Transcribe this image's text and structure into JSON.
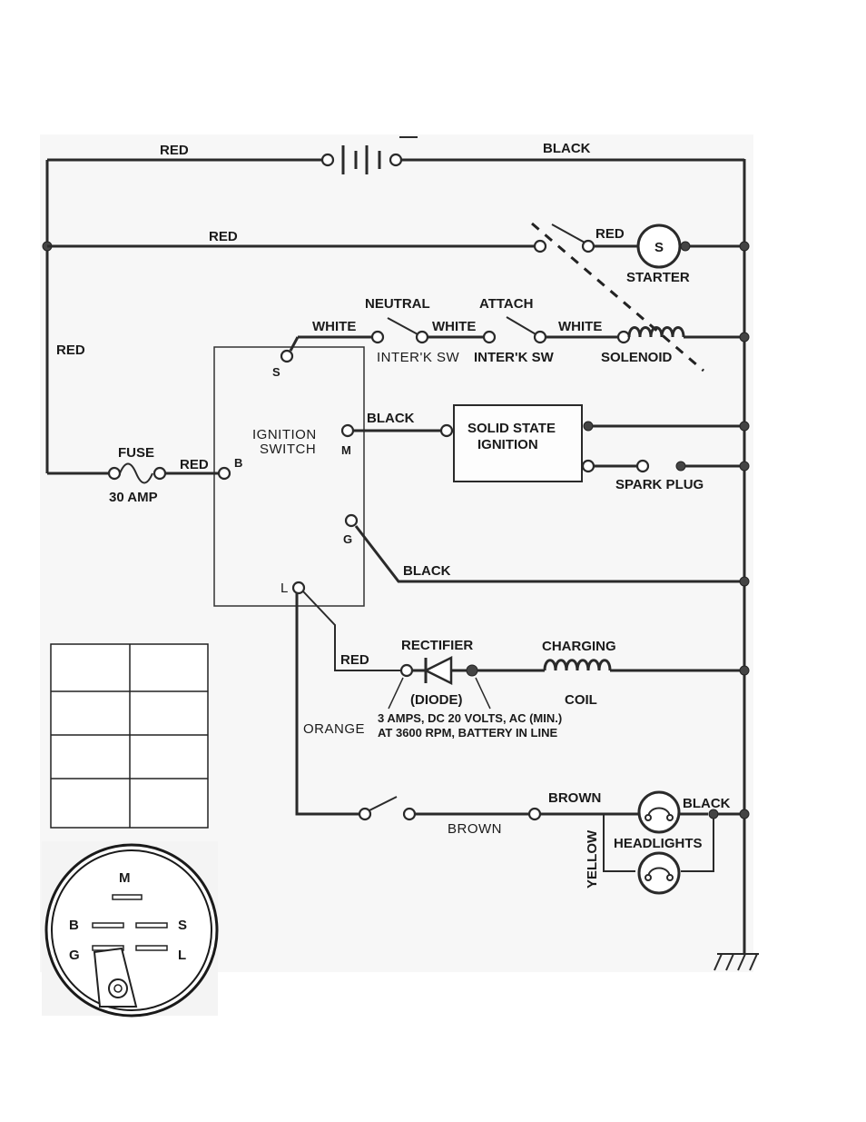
{
  "wires": {
    "top_left": "RED",
    "top_right": "BLACK",
    "starter_feed": "RED",
    "left_vertical": "RED",
    "starter_red": "RED",
    "white_1": "WHITE",
    "white_2": "WHITE",
    "white_3": "WHITE",
    "ignition_black": "BLACK",
    "ground_black": "BLACK",
    "fuse_red": "RED",
    "rectifier_red": "RED",
    "orange": "ORANGE",
    "brown_1": "BROWN",
    "brown_2": "BROWN",
    "yellow": "YELLOW",
    "headlight_black": "BLACK"
  },
  "components": {
    "starter_symbol": "S",
    "starter": "STARTER",
    "neutral": "NEUTRAL",
    "attach": "ATTACH",
    "interlock_1": "INTER'K SW",
    "interlock_2": "INTER'K  SW",
    "solenoid": "SOLENOID",
    "ignition_switch_1": "IGNITION",
    "ignition_switch_2": "SWITCH",
    "solid_state_1": "SOLID STATE",
    "solid_state_2": "IGNITION",
    "spark_plug": "SPARK PLUG",
    "fuse": "FUSE",
    "fuse_rating": "30  AMP",
    "rectifier": "RECTIFIER",
    "diode": "(DIODE)",
    "charging_1": "CHARGING",
    "charging_2": "COIL",
    "rectifier_note_1": "3 AMPS, DC     20 VOLTS, AC (MIN.)",
    "rectifier_note_2": "AT 3600 RPM, BATTERY IN LINE",
    "headlights": "HEADLIGHTS"
  },
  "terminals": {
    "s": "S",
    "b": "B",
    "m": "M",
    "g": "G",
    "l": "L"
  },
  "connector": {
    "m": "M",
    "b": "B",
    "s": "S",
    "g": "G",
    "l": "L"
  }
}
